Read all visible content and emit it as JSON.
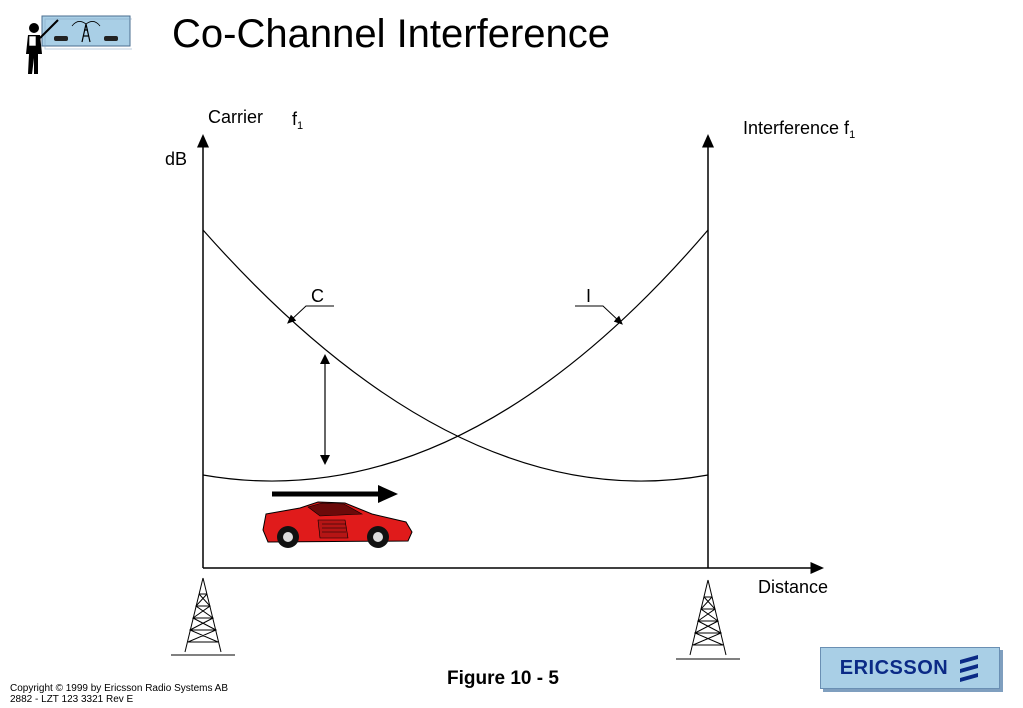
{
  "slide": {
    "title": "Co-Channel Interference",
    "figure_caption": "Figure  10 - 5",
    "copyright_line1": "Copyright © 1999 by Ericsson Radio Systems AB",
    "copyright_line2": "2882 - LZT 123 3321 Rev E",
    "brand": "ERICSSON"
  },
  "diagram": {
    "carrier_label": "Carrier",
    "carrier_freq": "f",
    "carrier_sub": "1",
    "interference_label": "Interference f",
    "interference_sub": "1",
    "y_axis_label": "dB",
    "x_axis_label": "Distance",
    "curve_c_label": "C",
    "curve_i_label": "I"
  },
  "colors": {
    "brand_background": "#a9cfe6",
    "brand_text": "#0b2a86",
    "car": "#e01b1b"
  },
  "icons": [
    "presenter-icon",
    "car-icon",
    "direction-arrow-icon",
    "tower-icon",
    "ericsson-logo-icon"
  ]
}
